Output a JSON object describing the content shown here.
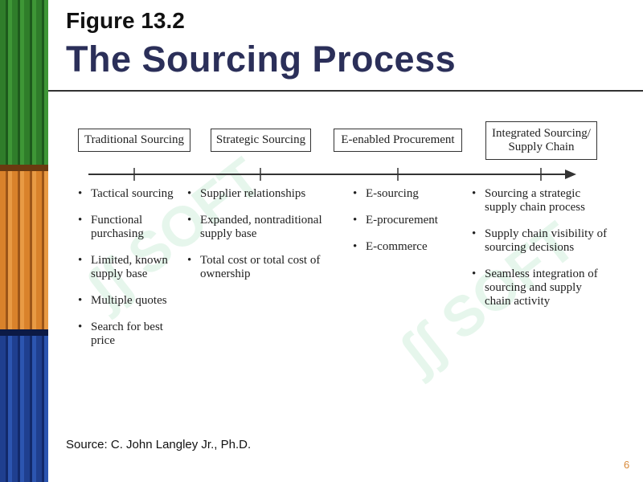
{
  "figure_label": "Figure 13.2",
  "title": "The Sourcing Process",
  "stages": [
    {
      "label": "Traditional Sourcing",
      "items": [
        "Tactical sourcing",
        "Functional purchasing",
        "Limited, known supply base",
        "Multiple quotes",
        "Search for best price"
      ]
    },
    {
      "label": "Strategic Sourcing",
      "items": [
        "Supplier relationships",
        "Expanded, nontraditional supply base",
        "Total cost or total cost of ownership"
      ]
    },
    {
      "label": "E-enabled Procurement",
      "items": [
        "E-sourcing",
        "E-procurement",
        "E-commerce"
      ]
    },
    {
      "label": "Integrated Sourcing/ Supply Chain",
      "items": [
        "Sourcing a strategic supply chain process",
        "Supply chain visibility of sourcing decisions",
        "Seamless integration of sourcing and supply chain activity"
      ]
    }
  ],
  "source": "Source: C. John Langley Jr., Ph.D.",
  "page_number": "6",
  "colors": {
    "title": "#2b2f59",
    "page_number": "#d98a3a"
  }
}
